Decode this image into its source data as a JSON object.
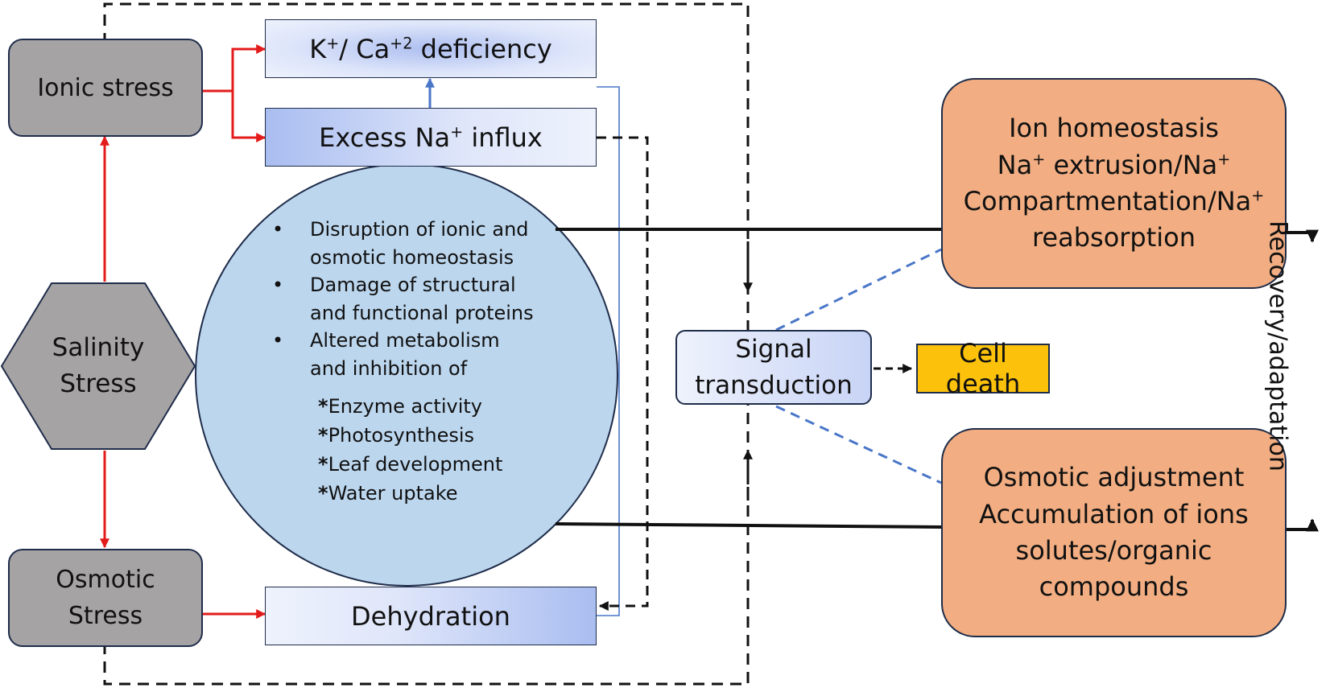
{
  "nodes": {
    "salinity_stress": [
      "Salinity",
      "Stress"
    ],
    "ionic_stress": "Ionic stress",
    "osmotic_stress": [
      "Osmotic",
      "Stress"
    ],
    "deficiency": {
      "k": "K",
      "k_sup": "+",
      "sep": "/ Ca",
      "ca_sup": "+2",
      "rest": " deficiency"
    },
    "excess_na": {
      "pre": "Excess Na",
      "sup": "+",
      "post": " influx"
    },
    "dehydration": "Dehydration",
    "signal_transduction": [
      "Signal",
      "transduction"
    ],
    "cell_death": "Cell death",
    "ion_homeostasis": {
      "line1": "Ion homeostasis",
      "line2": {
        "a": "Na",
        "a_sup": "+",
        "b": " extrusion/Na",
        "b_sup": "+"
      },
      "line3": {
        "a": "Compartmentation/Na",
        "a_sup": "+"
      },
      "line4": "reabsorption"
    },
    "osmotic_adjustment": [
      "Osmotic adjustment",
      "Accumulation of ions",
      "solutes/organic",
      "compounds"
    ],
    "recovery_label": "Recovery/adaptation"
  },
  "circle": {
    "bullets": [
      [
        "Disruption of ionic and",
        "osmotic homeostasis"
      ],
      [
        "Damage of structural",
        "and functional proteins"
      ],
      [
        "Altered metabolism",
        "and inhibition of"
      ]
    ],
    "sub_items": [
      "Enzyme activity",
      "Photosynthesis",
      "Leaf development",
      "Water uptake"
    ]
  },
  "colors": {
    "stress_fill": "#a6a3a4",
    "border": "#1f2d4a",
    "red_arrow": "#e31b1b",
    "circle_fill": "#bcd6ee",
    "response_fill": "#f2ae82",
    "cell_death_fill": "#fcc20b",
    "blue_line": "#4a76c8"
  }
}
